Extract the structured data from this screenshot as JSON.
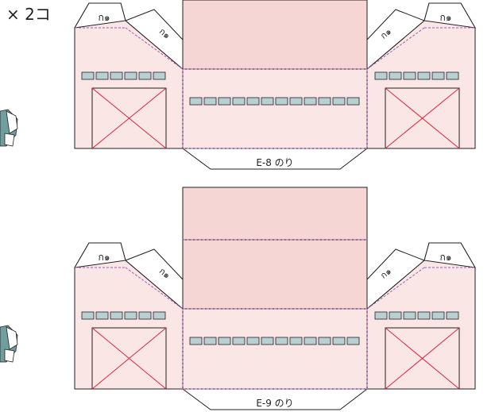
{
  "multiplier_text": "× 2コ",
  "colors": {
    "wall": "#fbe6e6",
    "roof_panel": "#f6d5d5",
    "outline": "#231f20",
    "fold_line": "#a05ab4",
    "window": "#b9d0d2",
    "door_cross": "#e0243a",
    "side_piece": "#6f9ea0"
  },
  "pieces": [
    {
      "glue_tab_label": "E-8 のり",
      "roof_text_left": "ก๑",
      "roof_text_right": "ก๑"
    },
    {
      "glue_tab_label": "E-9 のり",
      "roof_text_left": "ก๑",
      "roof_text_right": "ก๑"
    }
  ]
}
